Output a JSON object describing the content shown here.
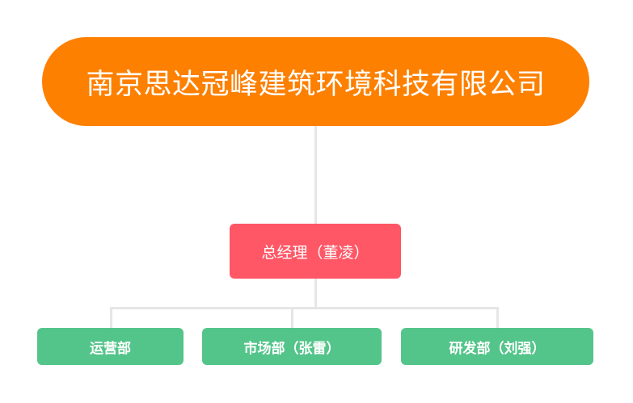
{
  "company": {
    "name": "南京思达冠峰建筑环境科技有限公司"
  },
  "manager": {
    "label": "总经理（董凌）"
  },
  "departments": [
    {
      "label": "运营部"
    },
    {
      "label": "市场部（张雷）"
    },
    {
      "label": "研发部（刘强）"
    }
  ],
  "colors": {
    "company": "#fd8000",
    "manager": "#ff5766",
    "department": "#54c58a",
    "connector": "#e6e6e6"
  }
}
